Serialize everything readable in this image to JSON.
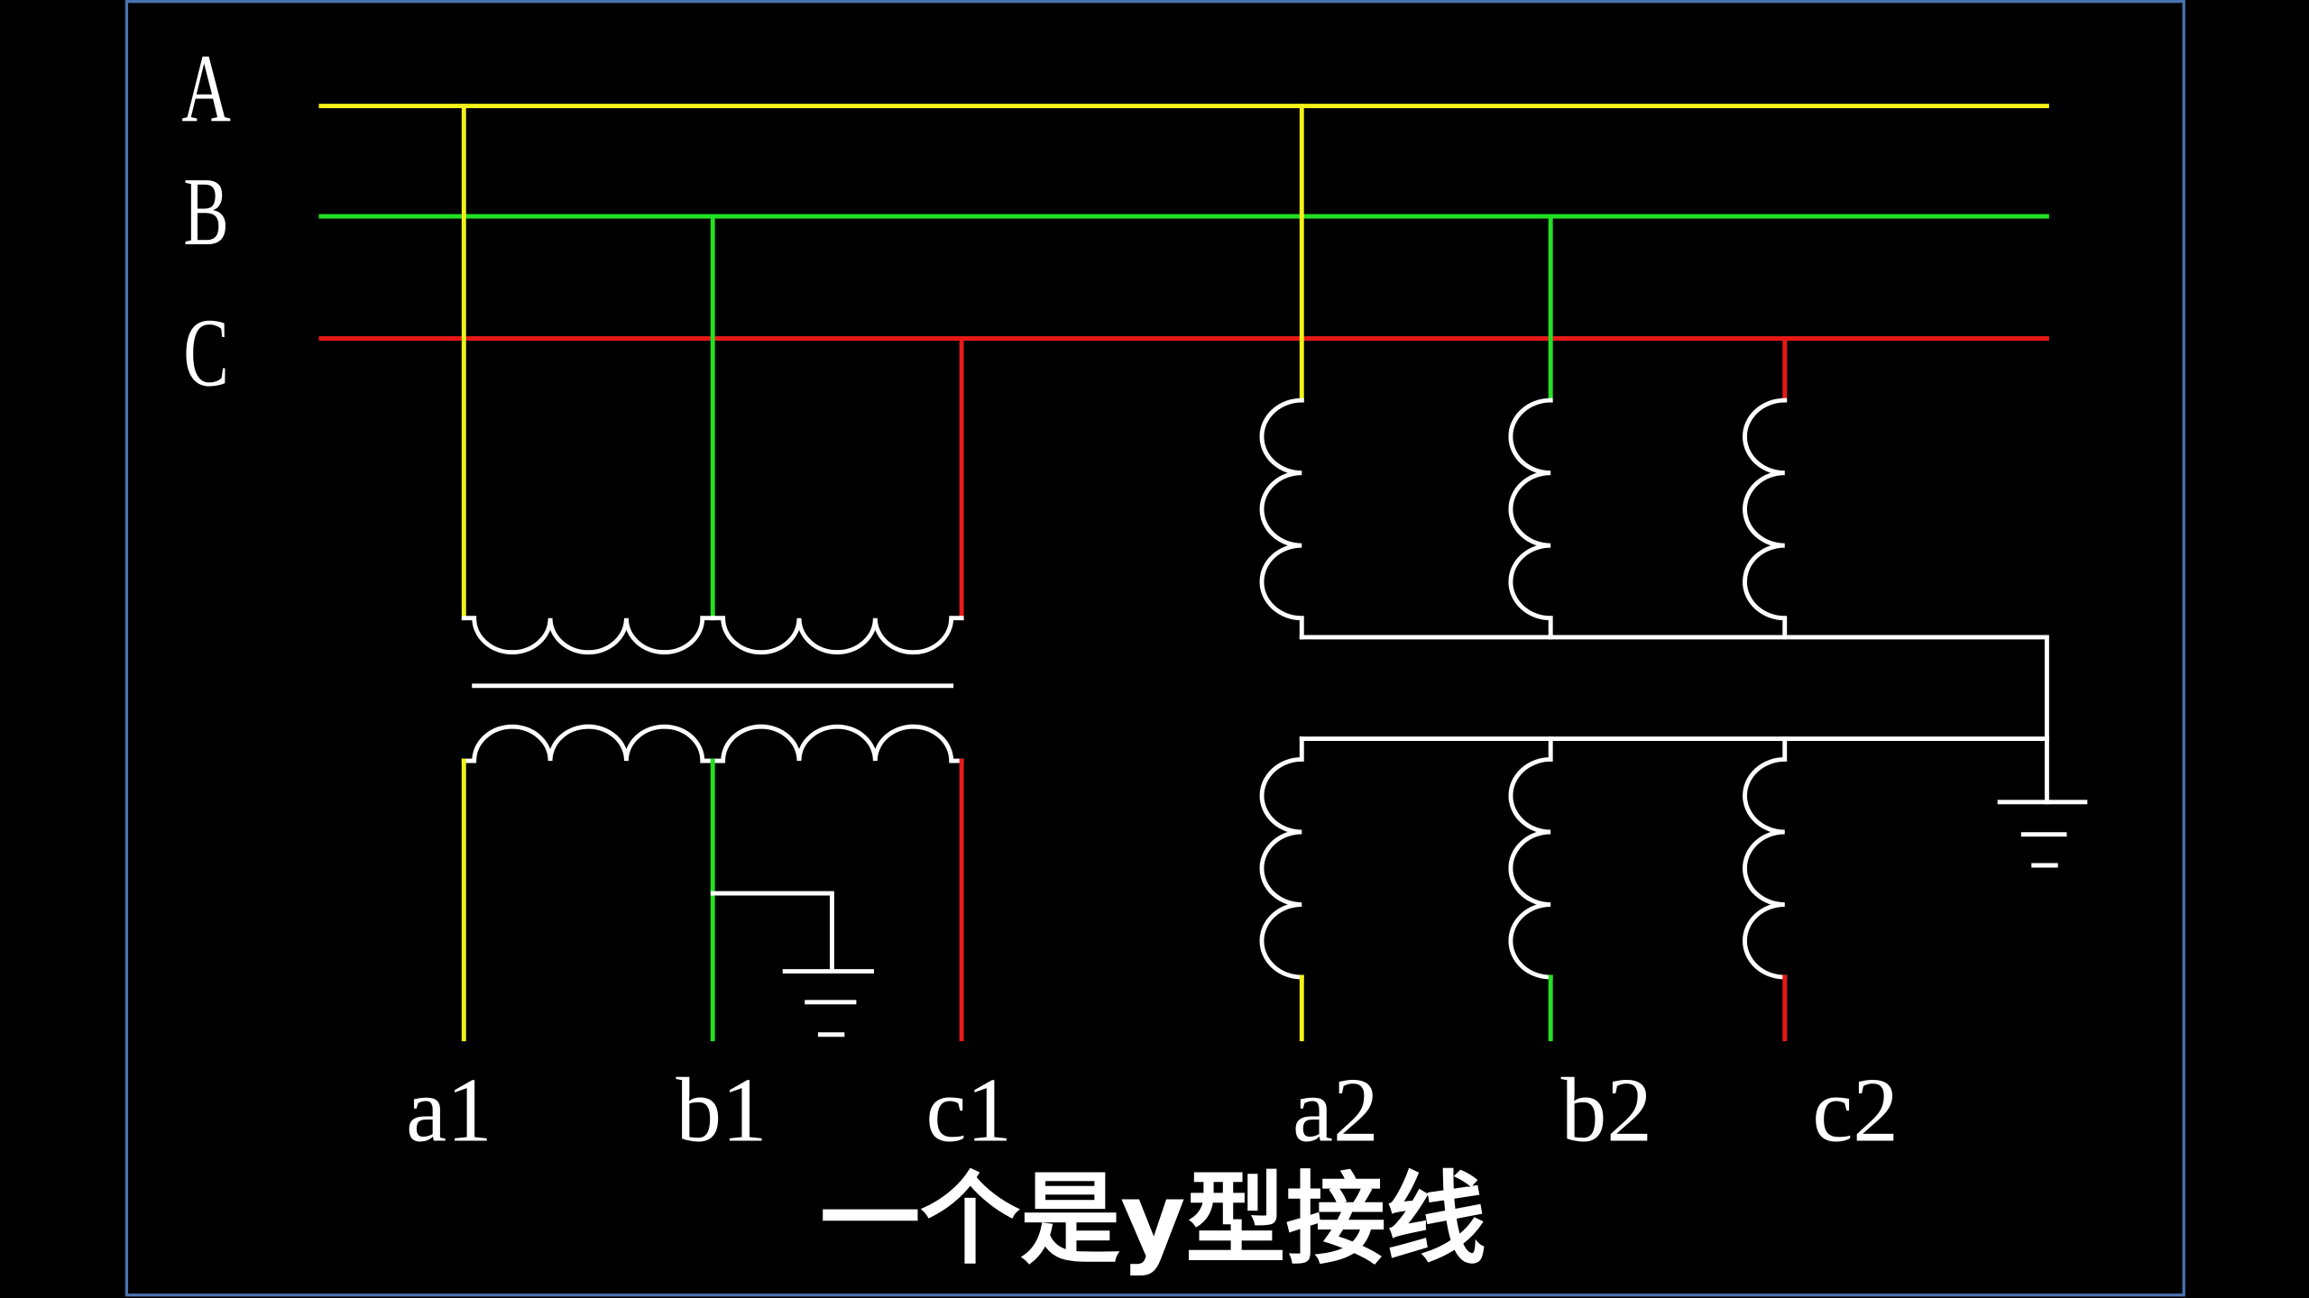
{
  "bus_labels": [
    "A",
    "B",
    "C"
  ],
  "terminal_labels": {
    "a1": "a1",
    "b1": "b1",
    "c1": "c1",
    "a2": "a2",
    "b2": "b2",
    "c2": "c2"
  },
  "subtitle": "一个是y型接线",
  "colors": {
    "phase_a": "#f2f21a",
    "phase_b": "#22e022",
    "phase_c": "#e81818",
    "winding": "#ffffff",
    "background": "#000000",
    "frame": "#4a72b0"
  }
}
